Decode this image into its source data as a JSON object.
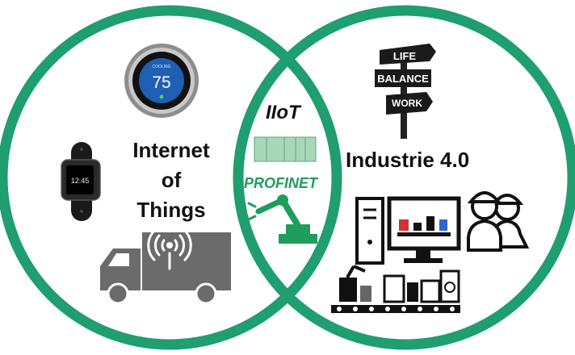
{
  "diagram": {
    "left_set": {
      "title_lines": [
        "Internet",
        "of",
        "Things"
      ]
    },
    "right_set": {
      "title": "Industrie 4.0"
    },
    "intersection": {
      "title": "IIoT",
      "subtitle": "PROFINET"
    },
    "signpost": {
      "top": "LIFE",
      "middle": "BALANCE",
      "bottom": "WORK"
    },
    "thermostat": {
      "reading": "75",
      "mode": "COOLING"
    },
    "fitness_band": {
      "time": "12:45"
    },
    "colors": {
      "circle_stroke": "#1f9e70",
      "profinet_text": "#1e9e5c",
      "thermostat_face": "#1f5fb4",
      "icon_dark": "#111111",
      "truck_gray": "#6b6b6b"
    }
  }
}
